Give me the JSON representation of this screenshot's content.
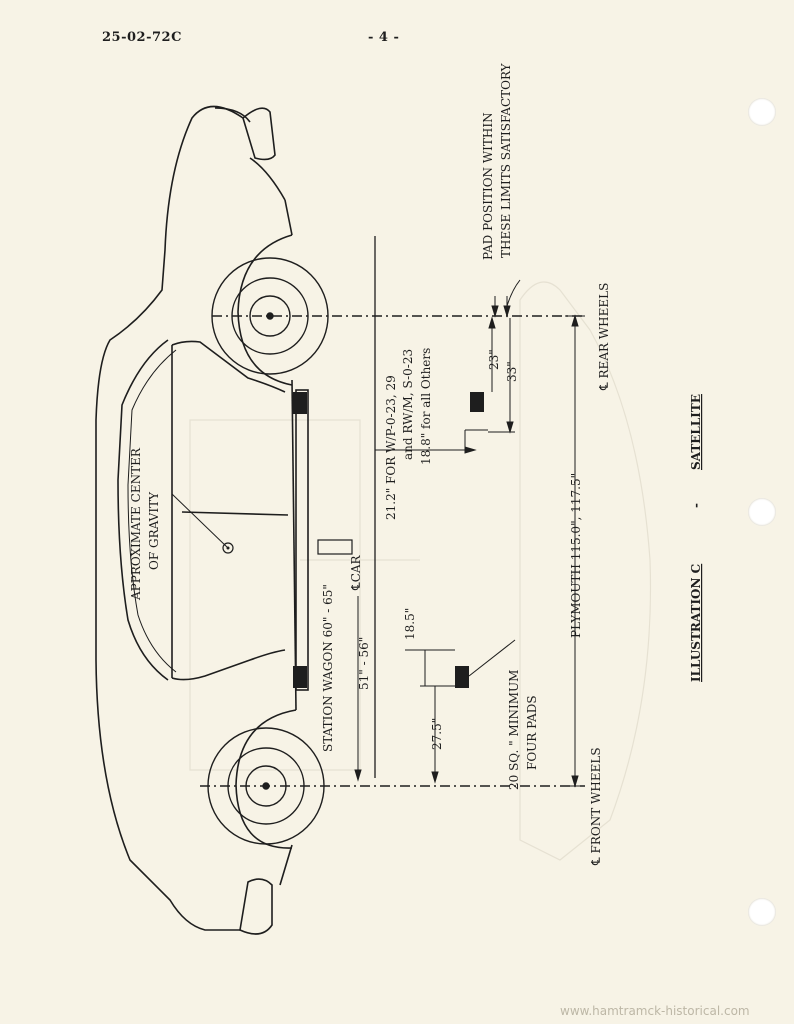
{
  "header": {
    "doc_number": "25-02-72C",
    "page_number": "- 4 -"
  },
  "diagram": {
    "pad_position_line1": "PAD POSITION WITHIN",
    "pad_position_line2": "THESE LIMITS SATISFACTORY",
    "rear_wheels": "℄ REAR WHEELS",
    "front_wheels": "℄ FRONT WHEELS",
    "center_of_gravity_line1": "APPROXIMATE CENTER",
    "center_of_gravity_line2": "OF GRAVITY",
    "car_centerline": "℄CAR",
    "station_wagon": "STATION WAGON 60\" - 65\"",
    "dim_51_56": "51\" - 56\"",
    "dim_21_2": "21.2\" FOR W/P-0-23, 29",
    "dim_21_2_b": "and RW/M, S-0-23",
    "dim_18_8": "18.8\" for all Others",
    "dim_23": "23\"",
    "dim_33": "33\"",
    "dim_18_5": "18.5\"",
    "dim_27_5": "27.5\"",
    "pads_line1": "20 SQ. \" MINIMUM",
    "pads_line2": "FOUR PADS",
    "wheelbase": "PLYMOUTH 115.0\", 117.5\"",
    "illustration": "ILLUSTRATION C",
    "dash": "-",
    "model": "SATELLITE"
  },
  "footer": {
    "watermark": "www.hamtramck-historical.com"
  }
}
